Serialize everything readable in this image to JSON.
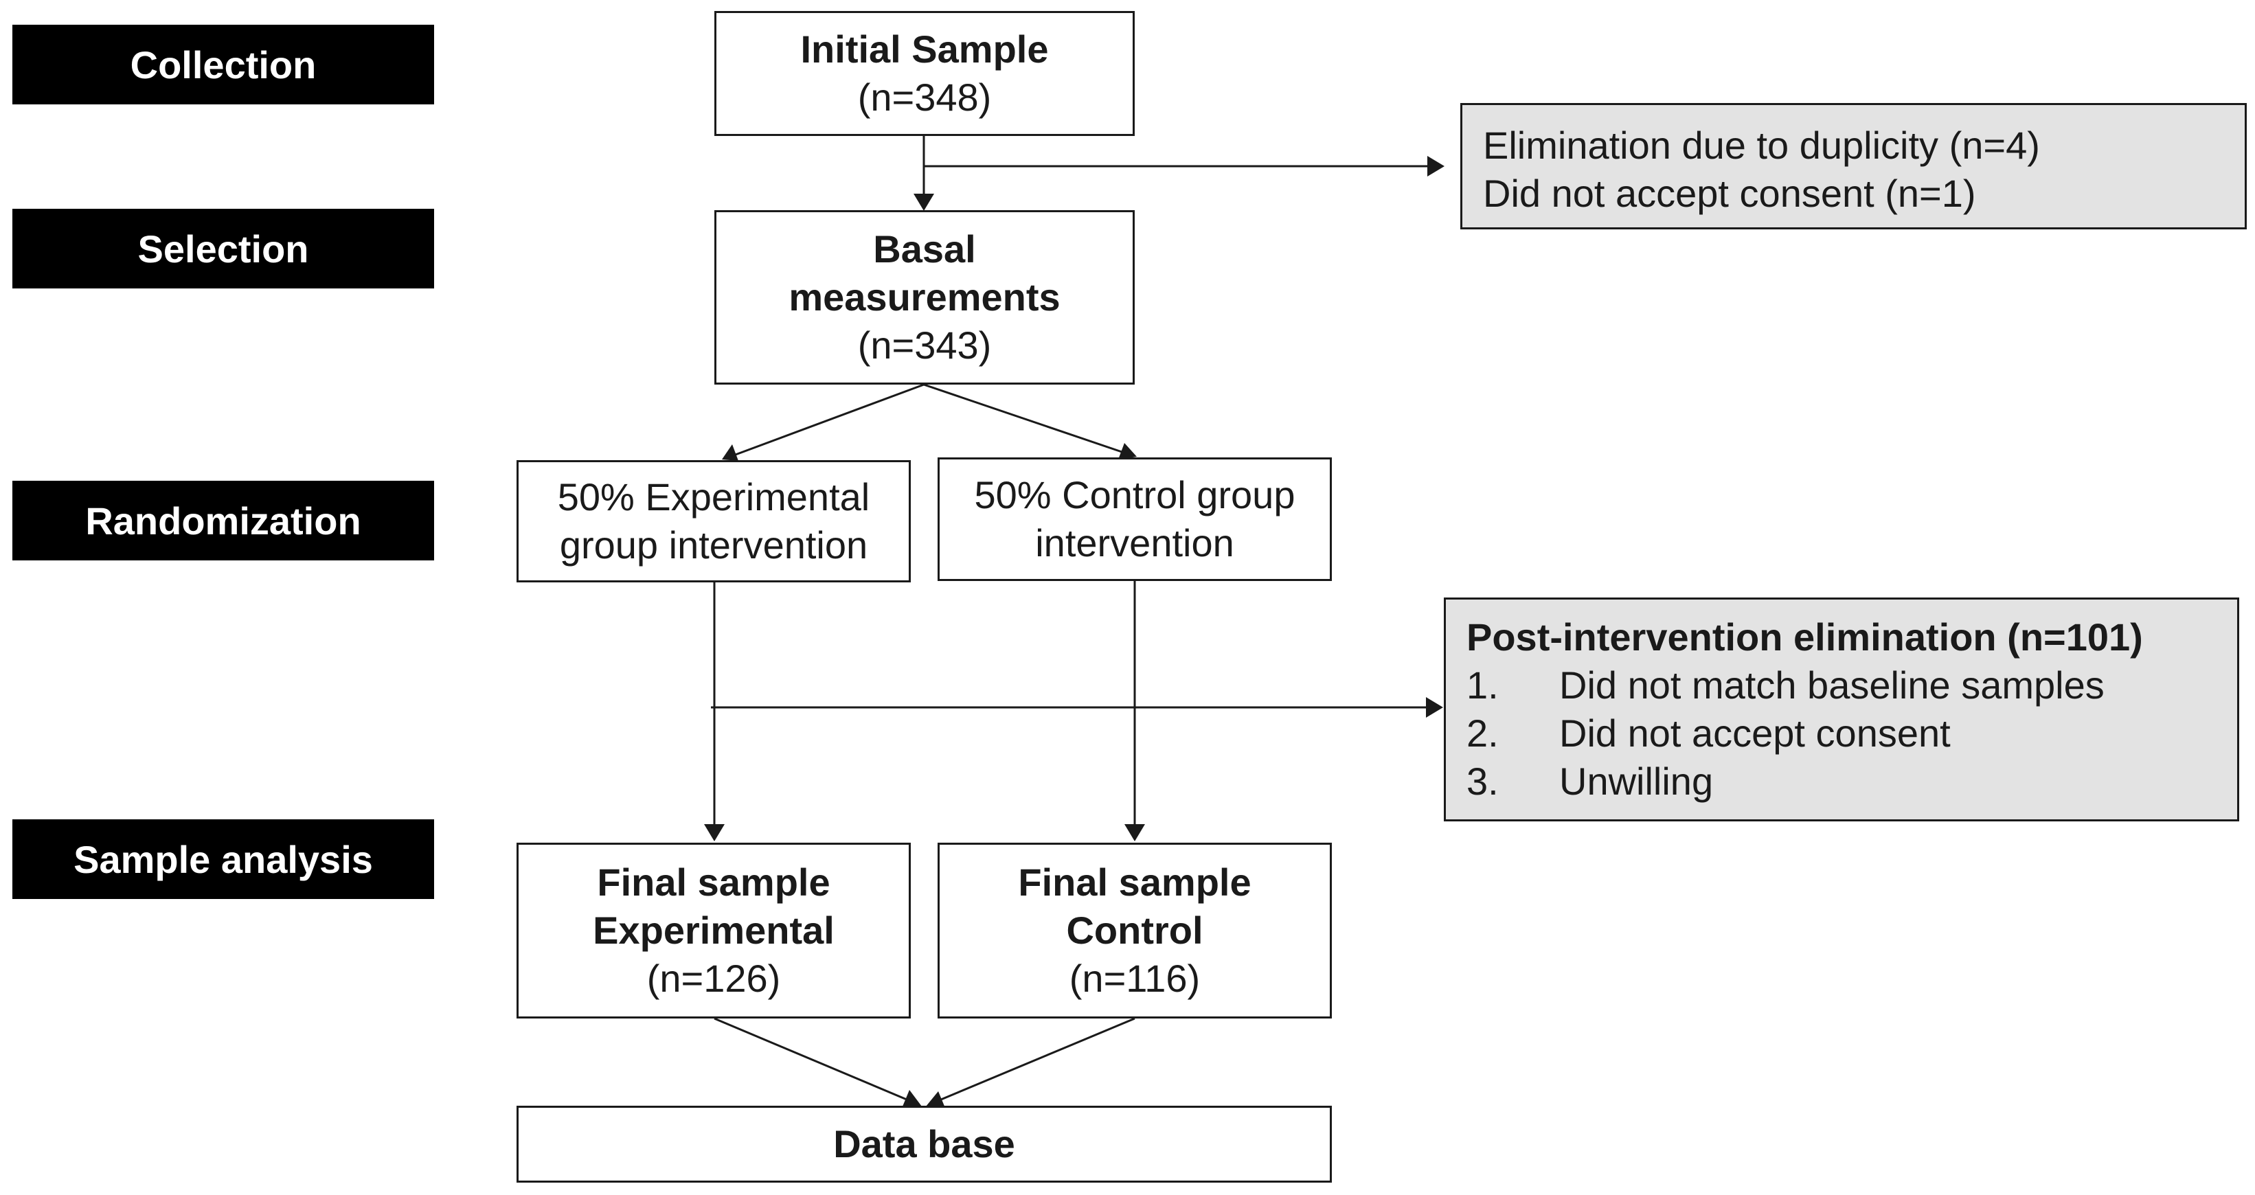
{
  "stages": {
    "collection": "Collection",
    "selection": "Selection",
    "randomization": "Randomization",
    "sample_analysis": "Sample analysis"
  },
  "initial_sample": {
    "title": "Initial  Sample",
    "count": "(n=348)"
  },
  "first_elimination": {
    "line1": "Elimination due to duplicity (n=4)",
    "line2": "Did not accept consent  (n=1)"
  },
  "basal": {
    "line1": "Basal",
    "line2": "measurements",
    "count": "(n=343)"
  },
  "experimental_group": {
    "line1": "50% Experimental",
    "line2": "group intervention"
  },
  "control_group": {
    "line1": "50% Control group",
    "line2": "intervention"
  },
  "post_elimination": {
    "title": "Post-intervention elimination (n=101)",
    "items": [
      {
        "num": "1.",
        "text": "Did not match baseline samples"
      },
      {
        "num": "2.",
        "text": "Did not accept consent"
      },
      {
        "num": "3.",
        "text": "Unwilling"
      }
    ]
  },
  "final_experimental": {
    "line1": "Final sample",
    "line2": "Experimental",
    "count": "(n=126)"
  },
  "final_control": {
    "line1": "Final sample",
    "line2": "Control",
    "count": "(n=116)"
  },
  "database": {
    "label": "Data base"
  },
  "colors": {
    "label_bg": "#000000",
    "label_text": "#ffffff",
    "note_bg": "#e3e3e3",
    "line": "#1a1a1a"
  }
}
